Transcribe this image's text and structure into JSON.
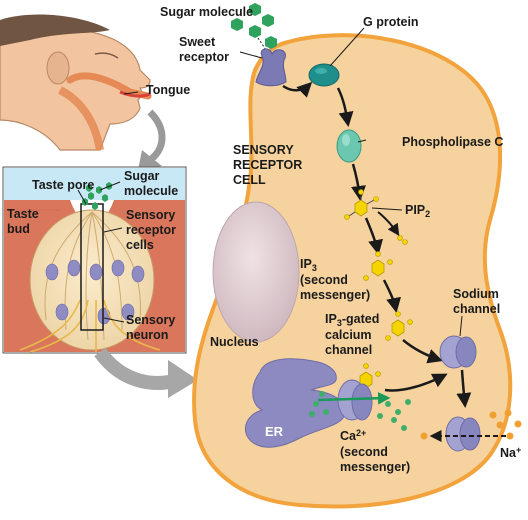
{
  "labels": {
    "sugar_molecule_top": "Sugar molecule",
    "sweet_receptor_1": "Sweet",
    "sweet_receptor_2": "receptor",
    "g_protein": "G protein",
    "tongue": "Tongue",
    "phospholipase_c": "Phospholipase C",
    "sensory_receptor_cell_1": "SENSORY",
    "sensory_receptor_cell_2": "RECEPTOR",
    "sensory_receptor_cell_3": "CELL",
    "taste_pore": "Taste pore",
    "sugar_molecule_inset_1": "Sugar",
    "sugar_molecule_inset_2": "molecule",
    "taste_bud_1": "Taste",
    "taste_bud_2": "bud",
    "sensory_receptor_cells_1": "Sensory",
    "sensory_receptor_cells_2": "receptor",
    "sensory_receptor_cells_3": "cells",
    "sensory_neuron_1": "Sensory",
    "sensory_neuron_2": "neuron",
    "pip2_main": "PIP",
    "pip2_sub": "2",
    "ip3_main": "IP",
    "ip3_sub": "3",
    "ip3_line2": "(second",
    "ip3_line3": "messenger)",
    "sodium_channel_1": "Sodium",
    "sodium_channel_2": "channel",
    "nucleus": "Nucleus",
    "ip3_gated_main": "IP",
    "ip3_gated_sub": "3",
    "ip3_gated_rest": "-gated",
    "ip3_gated_line2": "calcium",
    "ip3_gated_line3": "channel",
    "er": "ER",
    "ca_main": "Ca",
    "ca_sup": "2+",
    "ca_line2": "(second",
    "ca_line3": "messenger)",
    "na_main": "Na",
    "na_sup": "+"
  },
  "colors": {
    "cell_fill": "#f6d39e",
    "cell_border": "#f2a33c",
    "nucleus": "#e2cfd3",
    "er": "#8c8ac0",
    "sugar": "#2fa35e",
    "g_protein": "#1f8f8c",
    "phospholipase": "#6cc7b0",
    "pip": "#f5d400",
    "receptor": "#7c7ab5",
    "channel": "#a3a2d0",
    "calcium": "#3fae6a",
    "sodium": "#f0a030",
    "tissue": "#d9765b",
    "bud": "#f5e1ba",
    "arrow_gray": "#a7a7a7"
  }
}
